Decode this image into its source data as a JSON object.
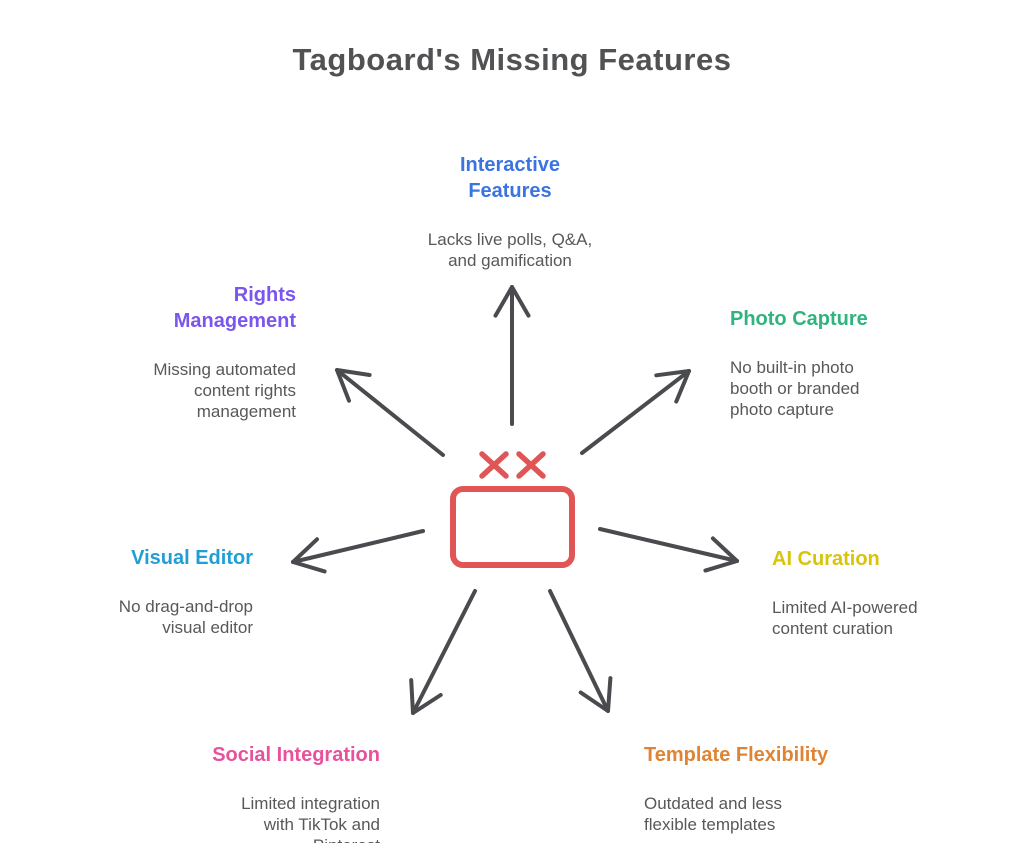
{
  "title": "Tagboard's Missing Features",
  "palette": {
    "center_red": "#E05656",
    "arrow_gray": "#4A4B4E",
    "title_gray": "#515254",
    "description_gray": "#57585A"
  },
  "center": {
    "icon": "crossed-out-box-icon"
  },
  "nodes": [
    {
      "id": "interactive-features",
      "label": "Interactive\nFeatures",
      "description": "Lacks live polls, Q&A,\nand gamification",
      "color": "#3B74DF",
      "position": "top"
    },
    {
      "id": "photo-capture",
      "label": "Photo Capture",
      "description": "No built-in photo\nbooth or branded\nphoto capture",
      "color": "#30B47F",
      "position": "upper-right"
    },
    {
      "id": "ai-curation",
      "label": "AI Curation",
      "description": "Limited AI-powered\ncontent curation",
      "color": "#D9C40A",
      "position": "right"
    },
    {
      "id": "template-flexibility",
      "label": "Template Flexibility",
      "description": "Outdated and less\nflexible templates",
      "color": "#DE8434",
      "position": "lower-right"
    },
    {
      "id": "social-integration",
      "label": "Social Integration",
      "description": "Limited integration\nwith TikTok and\nPinterest",
      "color": "#E8519B",
      "position": "lower-left"
    },
    {
      "id": "visual-editor",
      "label": "Visual Editor",
      "description": "No drag-and-drop\nvisual editor",
      "color": "#209FD6",
      "position": "left"
    },
    {
      "id": "rights-management",
      "label": "Rights\nManagement",
      "description": "Missing automated\ncontent rights\nmanagement",
      "color": "#7A55EE",
      "position": "upper-left"
    }
  ]
}
